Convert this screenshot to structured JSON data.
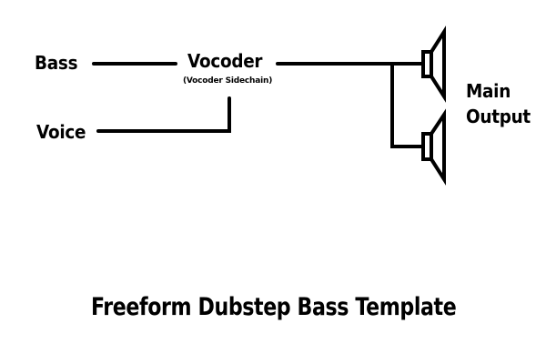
{
  "diagram": {
    "inputs": {
      "bass": "Bass",
      "voice": "Voice"
    },
    "processor": {
      "name": "Vocoder",
      "sidechain_note": "(Vocoder Sidechain)"
    },
    "output": {
      "line1": "Main",
      "line2": "Output"
    },
    "title": "Freeform Dubstep Bass Template",
    "colors": {
      "background": "#ffffff",
      "ink": "#000000"
    },
    "icons": [
      "speaker-icon",
      "speaker-icon"
    ]
  }
}
